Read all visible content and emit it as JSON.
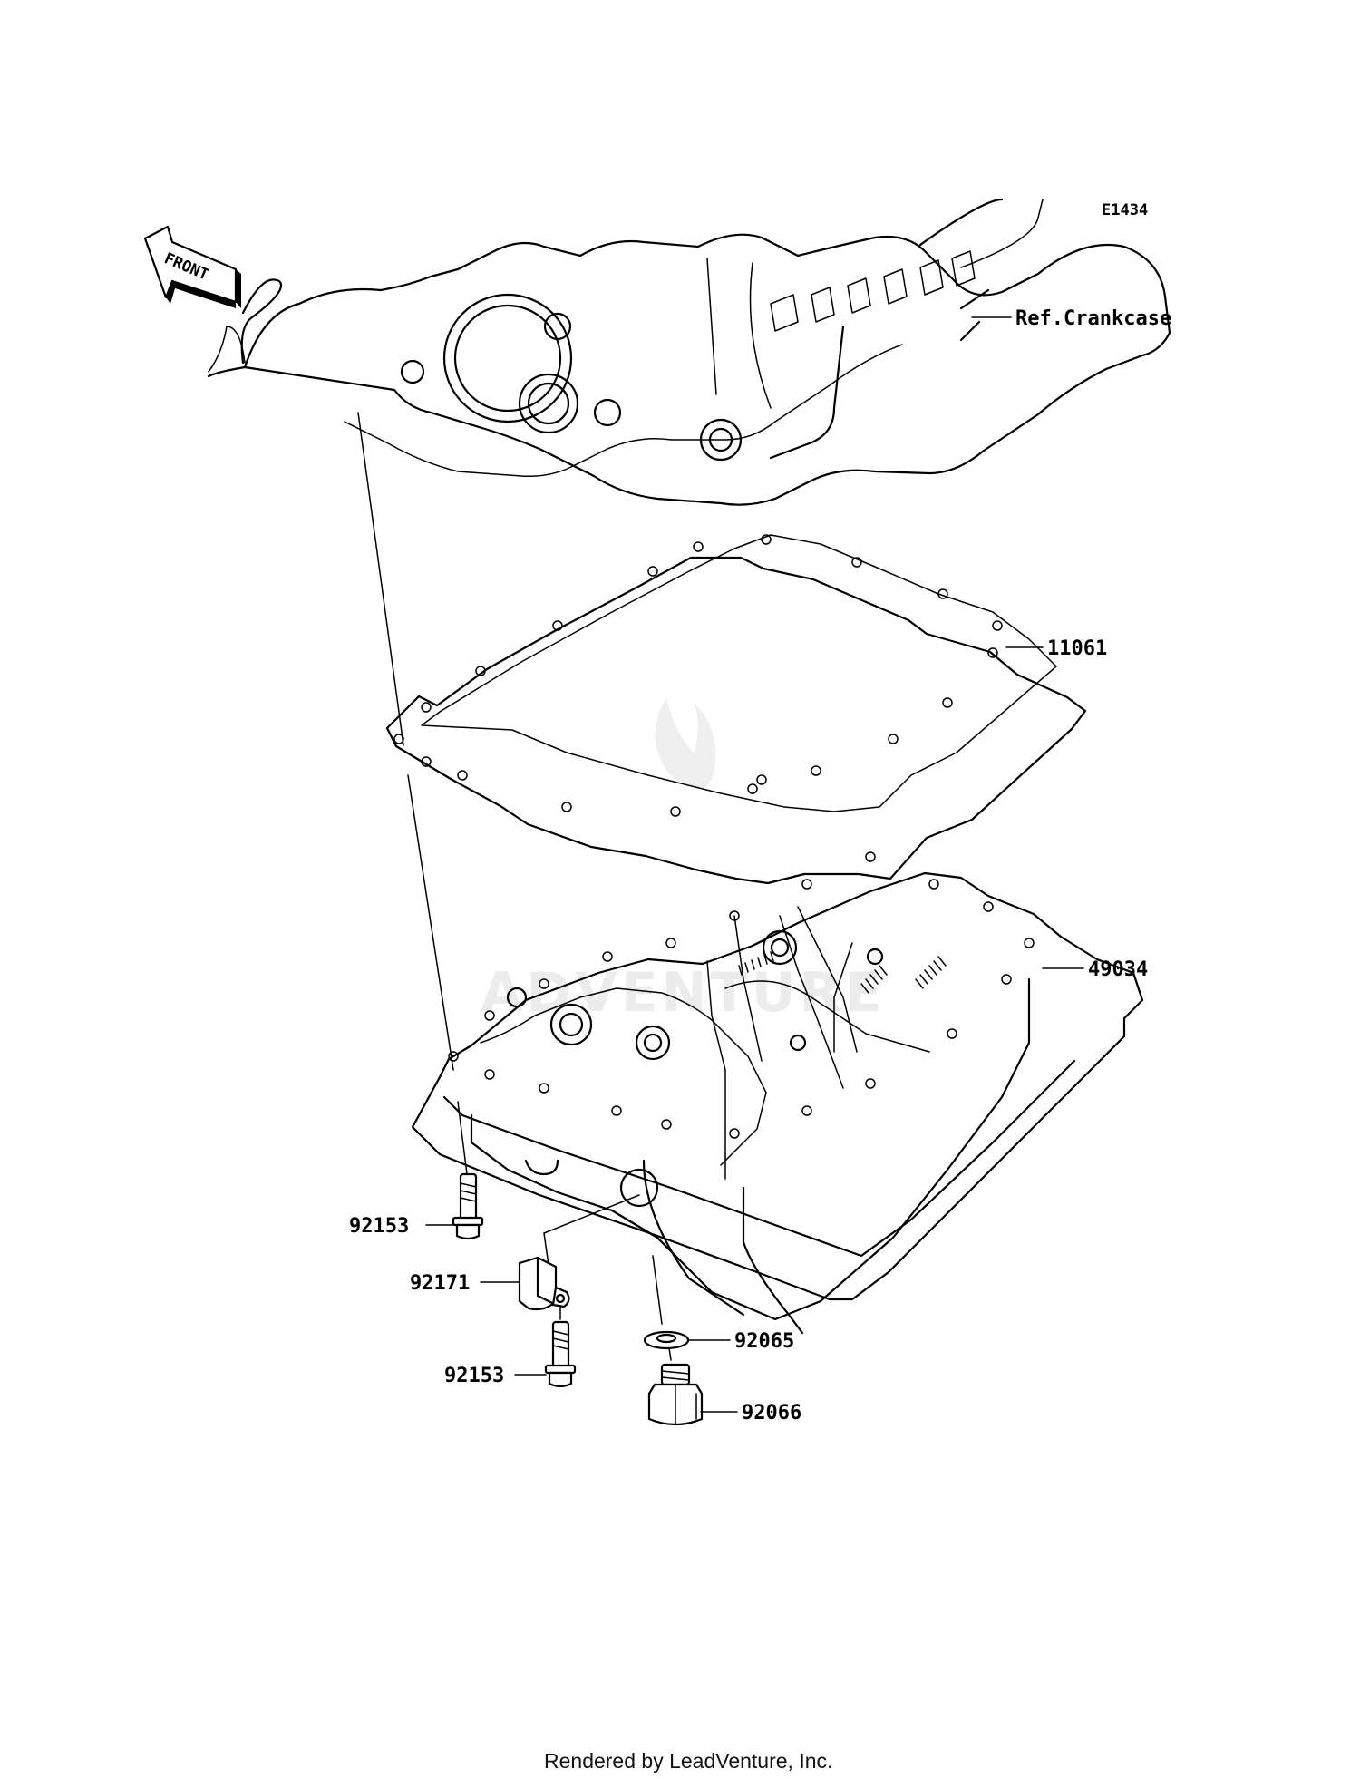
{
  "diagram": {
    "code": "E1434",
    "front_label": "FRONT",
    "watermark": "ADVENTURE",
    "footer": "Rendered by LeadVenture, Inc.",
    "callouts": [
      {
        "key": "crankcase",
        "part_number": "Ref.Crankcase"
      },
      {
        "key": "gasket",
        "part_number": "11061"
      },
      {
        "key": "oil-pan",
        "part_number": "49034"
      },
      {
        "key": "bolt-upper",
        "part_number": "92153"
      },
      {
        "key": "clamp",
        "part_number": "92171"
      },
      {
        "key": "bolt-lower",
        "part_number": "92153"
      },
      {
        "key": "washer",
        "part_number": "92065"
      },
      {
        "key": "drain-plug",
        "part_number": "92066"
      }
    ]
  }
}
